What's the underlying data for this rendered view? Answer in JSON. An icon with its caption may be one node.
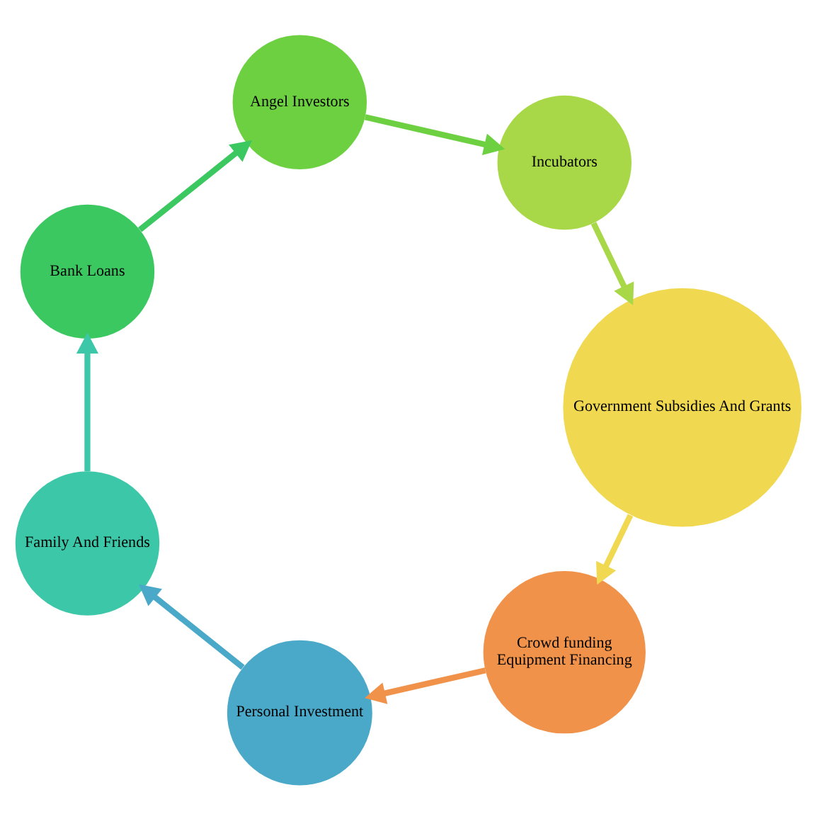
{
  "diagram": {
    "nodes": [
      {
        "text": [
          "Crowd funding",
          "Equipment Financing"
        ]
      },
      {
        "text": [
          "Personal Investment"
        ]
      },
      {
        "text": [
          "Family And Friends"
        ]
      },
      {
        "text": [
          "Bank Loans"
        ]
      },
      {
        "text": [
          "Angel Investors"
        ]
      },
      {
        "text": [
          "Incubators"
        ]
      },
      {
        "text": [
          "Government Subsidies And Grants"
        ]
      }
    ],
    "edges": [
      {
        "from": 0,
        "to": 1,
        "arrow": "to",
        "color": "#f0924a"
      },
      {
        "from": 1,
        "to": 2,
        "arrow": "to",
        "color": "#4aa8c8"
      },
      {
        "from": 2,
        "to": 3,
        "arrow": "to",
        "color": "#3cc8a8"
      },
      {
        "from": 3,
        "to": 4,
        "arrow": "to",
        "color": "#3cc860"
      },
      {
        "from": 4,
        "to": 5,
        "arrow": "to",
        "color": "#6cd040"
      },
      {
        "from": 5,
        "to": 6,
        "arrow": "to",
        "color": "#a8d848"
      },
      {
        "from": 6,
        "to": 0,
        "arrow": "to",
        "color": "#f0d850"
      }
    ]
  }
}
